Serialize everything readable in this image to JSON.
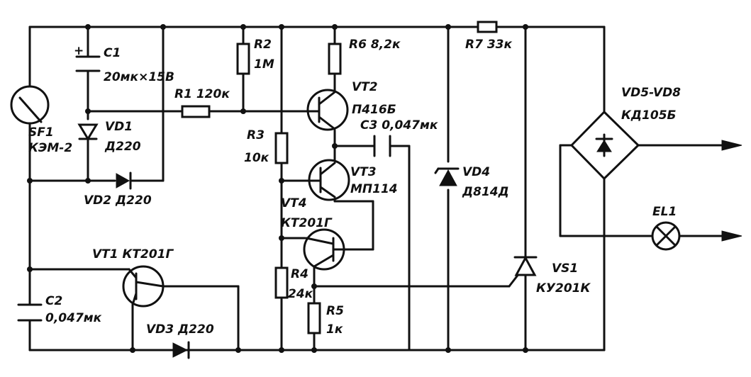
{
  "labels": {
    "C1_name": "C1",
    "C1_value": "20мк×15В",
    "C1_plus": "+",
    "R2_name": "R2",
    "R2_value": "1M",
    "R6": "R6 8,2к",
    "R7": "R7 33к",
    "R1": "R1 120к",
    "VT2_name": "VT2",
    "VT2_type": "П416Б",
    "VD5_name": "VD5-VD8",
    "VD5_type": "КД105Б",
    "SF1_name": "SF1",
    "SF1_type": "КЭМ-2",
    "VD1_name": "VD1",
    "VD1_type": "Д220",
    "R3_name": "R3",
    "R3_value": "10к",
    "C3": "С3 0,047мк",
    "VT3_name": "VT3",
    "VT3_type": "МП114",
    "VD4_name": "VD4",
    "VD4_type": "Д814Д",
    "VD2": "VD2 Д220",
    "VT4_name": "VT4",
    "VT4_type": "КТ201Г",
    "EL1": "EL1",
    "VT1": "VT1 КТ201Г",
    "VS1_name": "VS1",
    "VS1_type": "КУ201К",
    "R4_name": "R4",
    "R4_value": "24к",
    "C2_name": "С2",
    "C2_value": "0,047мк",
    "R5_name": "R5",
    "R5_value": "1к",
    "VD3": "VD3 Д220"
  }
}
